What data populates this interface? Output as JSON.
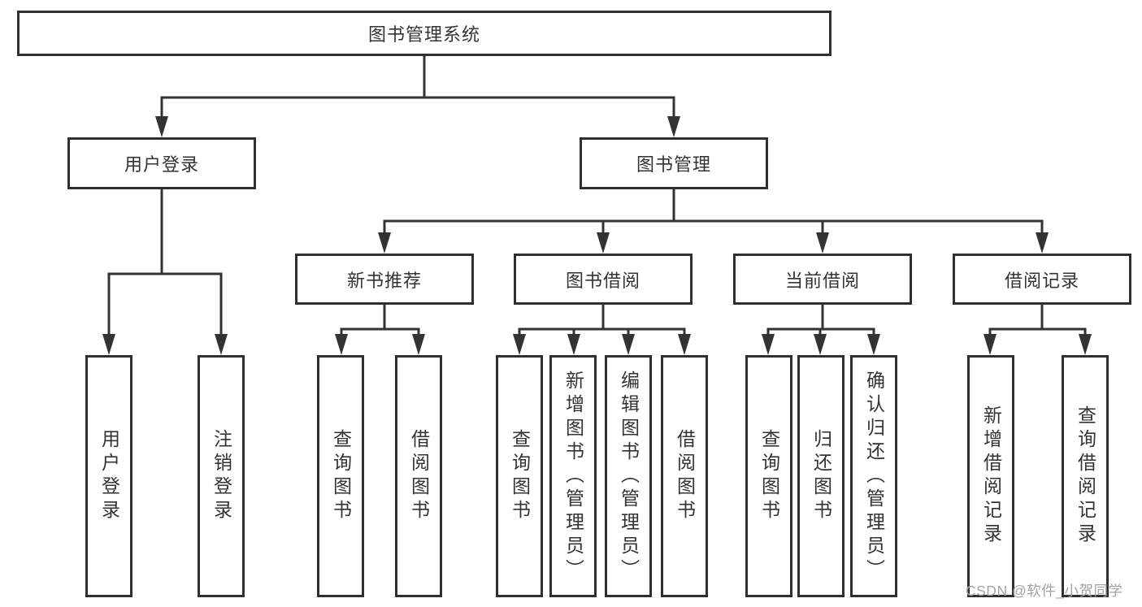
{
  "diagram": {
    "root": {
      "label": "图书管理系统"
    },
    "branches": [
      {
        "label": "用户登录",
        "children": [
          {
            "label": "用户登录"
          },
          {
            "label": "注销登录"
          }
        ]
      },
      {
        "label": "图书管理",
        "children": [
          {
            "label": "新书推荐",
            "children": [
              {
                "label": "查询图书"
              },
              {
                "label": "借阅图书"
              }
            ]
          },
          {
            "label": "图书借阅",
            "children": [
              {
                "label": "查询图书"
              },
              {
                "label": "新增图书（管理员）"
              },
              {
                "label": "编辑图书（管理员）"
              },
              {
                "label": "借阅图书"
              }
            ]
          },
          {
            "label": "当前借阅",
            "children": [
              {
                "label": "查询图书"
              },
              {
                "label": "归还图书"
              },
              {
                "label": "确认归还（管理员）"
              }
            ]
          },
          {
            "label": "借阅记录",
            "children": [
              {
                "label": "新增借阅记录"
              },
              {
                "label": "查询借阅记录"
              }
            ]
          }
        ]
      }
    ]
  },
  "watermark": {
    "text": "CSDN @软件_小贺同学"
  },
  "colors": {
    "line": "#333333",
    "border": "#2f2f2f",
    "text": "#333333",
    "watermark": "#a3a3a3",
    "background": "#ffffff"
  }
}
